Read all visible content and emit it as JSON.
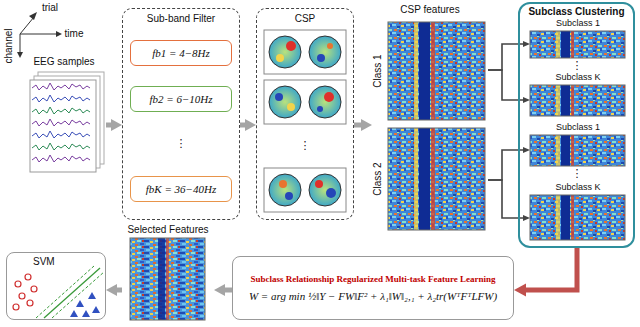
{
  "diagram": {
    "nodes": [
      {
        "text": [
          "EEG samples"
        ]
      },
      {
        "text": [
          "Sub-band Filter"
        ]
      },
      {
        "text": [
          "fb1 = 4−8Hz"
        ],
        "in": 1
      },
      {
        "text": [
          "fb2 = 6−10Hz"
        ],
        "in": 1
      },
      {
        "text": [
          "fbK = 36−40Hz"
        ],
        "in": 1
      },
      {
        "text": [
          "CSP"
        ]
      },
      {
        "text": [
          "CSP features"
        ]
      },
      {
        "text": [
          "Subclass Clustering"
        ]
      },
      {
        "text": [
          "Subclass 1"
        ],
        "in": 7
      },
      {
        "text": [
          "Subclass K"
        ],
        "in": 7
      },
      {
        "text": [
          "Subclass 1"
        ],
        "in": 7
      },
      {
        "text": [
          "Subclass K"
        ],
        "in": 7
      },
      {
        "text": [
          "Subclass Relationship Regularized Multi-task Feature Learning",
          "W = arg min ½‖Y − FW‖F² + λ₁‖W‖₂,₁ + λ₂tr(WᵀFᵀLFW)"
        ]
      },
      {
        "text": [
          "Selected Features"
        ]
      },
      {
        "text": [
          "SVM"
        ]
      }
    ],
    "edges": [
      {
        "from": 0,
        "to": 1,
        "arrow": "to"
      },
      {
        "from": 1,
        "to": 5,
        "arrow": "to"
      },
      {
        "from": 5,
        "to": 6,
        "arrow": "to"
      },
      {
        "from": 6,
        "to": 8,
        "arrow": "to"
      },
      {
        "from": 6,
        "to": 9,
        "arrow": "to"
      },
      {
        "from": 6,
        "to": 10,
        "arrow": "to"
      },
      {
        "from": 6,
        "to": 11,
        "arrow": "to"
      },
      {
        "from": 7,
        "to": 12,
        "arrow": "to"
      },
      {
        "from": 12,
        "to": 13,
        "arrow": "to"
      },
      {
        "from": 13,
        "to": 14,
        "arrow": "to"
      }
    ],
    "labels": [
      "trial",
      "channel",
      "time",
      "⋮",
      "⋮",
      "Class 1",
      "Class 2",
      "⋮",
      "⋮"
    ]
  }
}
